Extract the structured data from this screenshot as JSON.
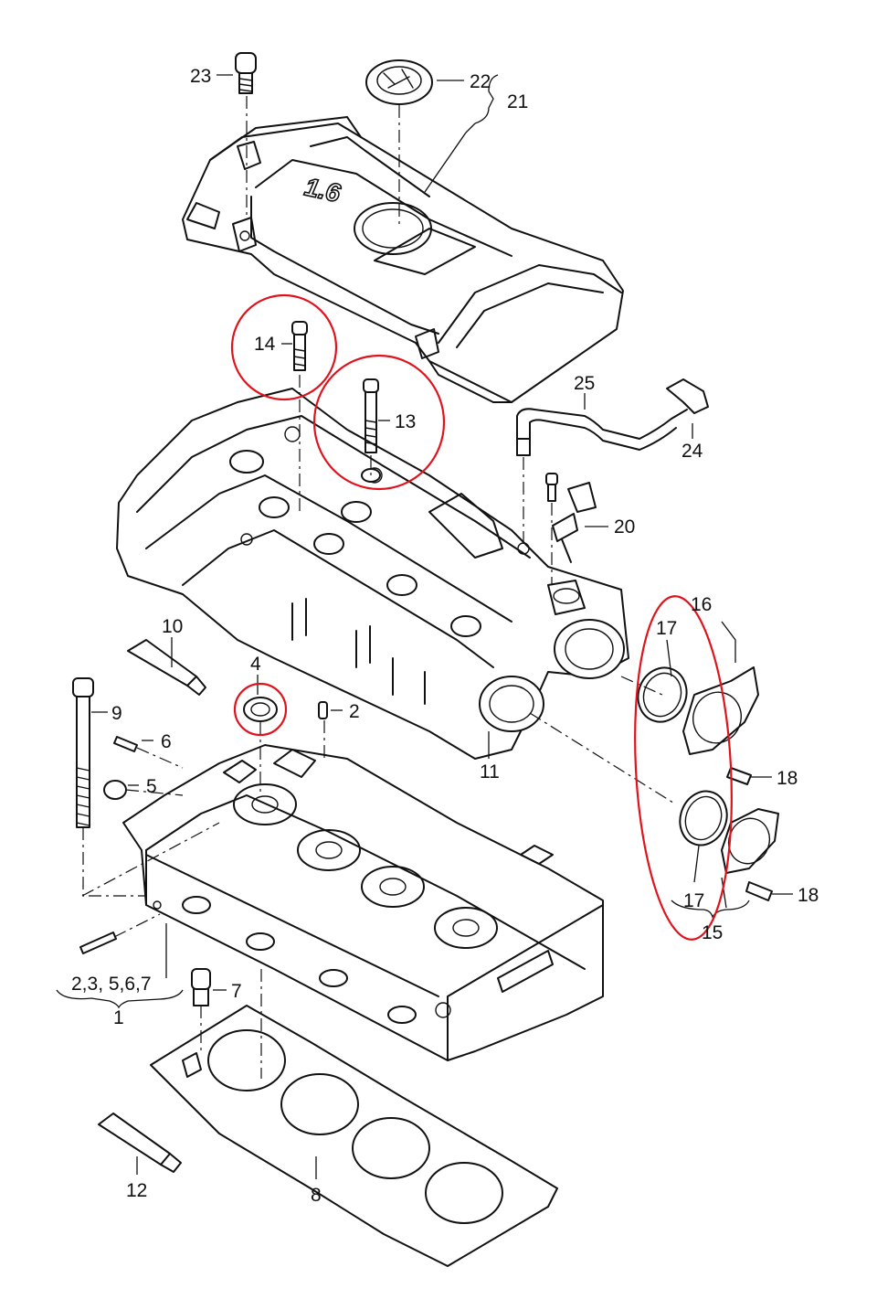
{
  "parts": {
    "p1": "1",
    "p2": "2",
    "p2_group": "2,3, 5,6,7",
    "p4": "4",
    "p5": "5",
    "p6": "6",
    "p7": "7",
    "p8": "8",
    "p9": "9",
    "p10": "10",
    "p11": "11",
    "p12": "12",
    "p13": "13",
    "p14": "14",
    "p15": "15",
    "p16": "16",
    "p17a": "17",
    "p17b": "17",
    "p18a": "18",
    "p18b": "18",
    "p20": "20",
    "p21": "21",
    "p22": "22",
    "p23": "23",
    "p24": "24",
    "p25": "25"
  },
  "cover_emblem": "1.6",
  "highlight_color": "#e0131d"
}
